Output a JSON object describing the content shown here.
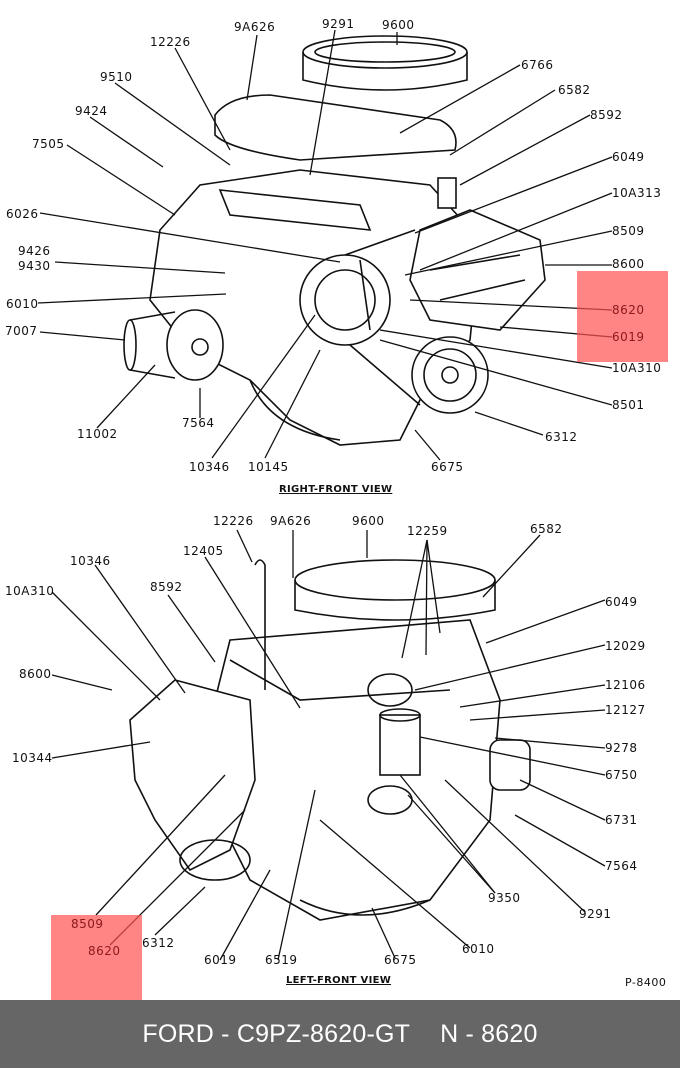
{
  "diagram": {
    "title": "Ford engine exploded/parts view",
    "figure_number": "P-8400",
    "highlight_color": "#ff8080",
    "footer_bg": "#666666",
    "views": [
      {
        "caption": "RIGHT-FRONT VIEW",
        "labels": [
          "9A626",
          "9291",
          "9600",
          "12226",
          "6766",
          "9510",
          "6582",
          "9424",
          "8592",
          "7505",
          "6049",
          "10A313",
          "6026",
          "8509",
          "9426",
          "9430",
          "8600",
          "6010",
          "8620",
          "7007",
          "6019",
          "10A310",
          "8501",
          "11002",
          "7564",
          "6312",
          "10346",
          "10145",
          "6675"
        ],
        "highlighted": [
          "8620",
          "6019"
        ]
      },
      {
        "caption": "LEFT-FRONT VIEW",
        "labels": [
          "12226",
          "9A626",
          "9600",
          "12259",
          "6582",
          "10346",
          "12405",
          "8592",
          "10A310",
          "6049",
          "12029",
          "8600",
          "12106",
          "12127",
          "10344",
          "9278",
          "6750",
          "6731",
          "7564",
          "9350",
          "9291",
          "8509",
          "8620",
          "6312",
          "6019",
          "6519",
          "6675",
          "6010"
        ],
        "highlighted": [
          "8509",
          "8620"
        ]
      }
    ]
  },
  "footer": {
    "part_text": "FORD - C9PZ-8620-GT",
    "number_text": "N - 8620"
  }
}
